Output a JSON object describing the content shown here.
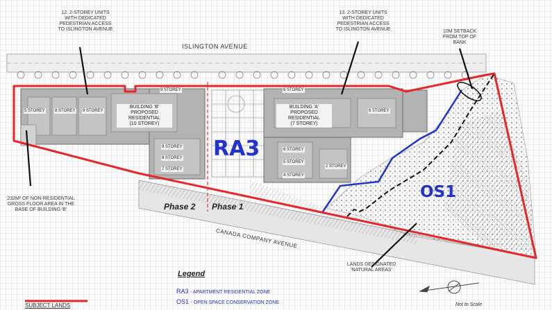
{
  "colors": {
    "subject_boundary": "#e8262a",
    "natural_boundary": "#2233cc",
    "phase_line": "#e23a3a",
    "zone_text": "#2233cc",
    "building_fill": "#a9a9a9",
    "natural_fill": "#c8c8c8"
  },
  "street_labels": {
    "islington": "ISLINGTON AVENUE",
    "canada_company": "CANADA COMPANY AVENUE"
  },
  "notes": {
    "units_12": "12. 2-STOREY UNITS\nWITH DEDICATED\nPEDESTRIAN ACCESS\nTO ISLINGTON AVENUE",
    "units_13": "13. 2-STOREY UNITS\nWITH DEDICATED\nPEDESTRIAN ACCESS\nTO ISLINGTON AVENUE",
    "setback": "10m SETBACK\nFROM TOP OF\nBANK",
    "gross_floor": "232m² OF NON-RESIDENTIAL\nGROSS FLOOR AREA IN THE\nBASE OF BUILDING 'B'",
    "natural_areas": "LANDS DESIGNATED\n'NATURAL AREAS'"
  },
  "buildings": {
    "b_label": "BUILDING 'B'\nPROPOSED RESIDENTIAL\n(10 STOREY)",
    "a_label": "BUILDING 'A'\nPROPOSED RESIDENTIAL\n(7 STOREY)"
  },
  "storeys": {
    "b1": "5 STOREY",
    "b2": "8 STOREY",
    "b3": "9 STOREY",
    "b4": "9 STOREY",
    "b5": "9 STOREY",
    "b6": "8 STOREY",
    "b7": "7 STOREY",
    "a1": "6 STOREY",
    "a2": "6 STOREY",
    "a3": "6 STOREY",
    "a4": "5 STOREY",
    "a5": "4 STOREY",
    "a6": "2 STOREY"
  },
  "zones": {
    "ra3": "RA3",
    "os1": "OS1"
  },
  "phases": {
    "phase2": "Phase 2",
    "phase1": "Phase 1"
  },
  "legend": {
    "title": "Legend",
    "ra3_code": "RA3",
    "ra3_desc": "- APARTMENT RESIDENTIAL ZONE",
    "os1_code": "OS1",
    "os1_desc": "- OPEN SPACE CONSERVATION ZONE",
    "subject_lands": "SUBJECT LANDS"
  },
  "not_to_scale": "Not to Scale"
}
